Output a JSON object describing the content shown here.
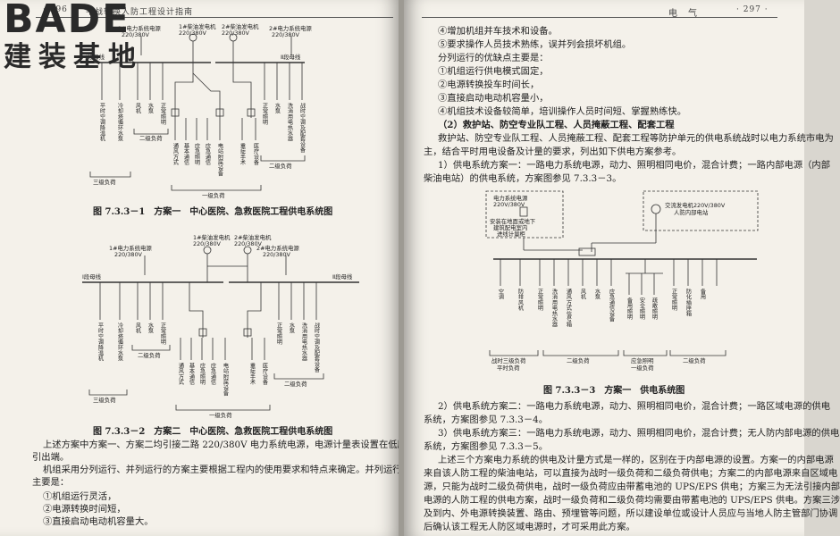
{
  "watermark": {
    "brand": "BADE",
    "subtitle": "建装基地"
  },
  "left_page": {
    "header": {
      "page_number": "· 296 ·",
      "title": "平战转换人防工程设计指南"
    },
    "figure1": {
      "caption": "图 7.3.3－1　方案一　中心医院、急救医院工程供电系统图",
      "labels": {
        "gen1": "1#柴油发电机",
        "gen1_v": "220/380V",
        "gen2": "2#柴油发电机",
        "gen2_v": "220/380V",
        "mains1": "1#电力系统电源",
        "mains1_v": "220/380V",
        "mains2": "2#电力系统电源",
        "mains2_v": "220/380V",
        "bus1": "Ⅰ段母线",
        "bus2": "Ⅱ段母线",
        "load_a": "平时空调降温机",
        "load_b": "冷却塔循环水泵",
        "load_c": "风机",
        "load_d": "水泵",
        "load_e": "正常照明",
        "load_f": "通风方式",
        "load_g": "基本通信",
        "load_h": "应急照明",
        "load_i": "应急通信",
        "load_j": "电站附属设备",
        "load_k": "重症手术",
        "load_l": "医疗设备",
        "load_m": "正常照明",
        "load_n": "水泵",
        "load_o": "洗消用电热水器",
        "load_p": "战时空调及配套设备",
        "group3": "三级负荷",
        "group2a": "二级负荷",
        "group2b": "二级负荷",
        "group1": "一级负荷"
      }
    },
    "figure2": {
      "caption": "图 7.3.3－2　方案二　中心医院、急救医院工程供电系统图",
      "labels": {
        "gen1": "1#柴油发电机",
        "gen1_v": "220/380V",
        "gen2": "2#柴油发电机",
        "gen2_v": "220/380V",
        "mains1": "1#电力系统电源",
        "mains1_v": "220/380V",
        "mains2": "2#电力系统电源",
        "mains2_v": "220/380V",
        "bus1": "Ⅰ段母线",
        "bus2": "Ⅱ段母线",
        "group3": "三级负荷",
        "group2a": "二级负荷",
        "group2b": "二级负荷",
        "group1": "一级负荷"
      }
    },
    "paragraphs": [
      "上述方案中方案一、方案二均引接二路 220/380V 电力系统电源，电源计量表设置在低压配电电源",
      "引出端。",
      "机组采用分列运行、并列运行的方案主要根据工程内的使用要求和特点来确定。并列运行的优缺点",
      "主要是：",
      "①机组运行灵活，",
      "②电源转换时间短，",
      "③直接启动电动机容量大。"
    ]
  },
  "right_page": {
    "header": {
      "section": "电　气",
      "page_number": "· 297 ·"
    },
    "lines_top": [
      "④增加机组并车技术和设备。",
      "⑤要求操作人员技术熟练，误并列会损坏机组。",
      "分列运行的优缺点主要是：",
      "①机组运行供电模式固定，",
      "②电源转换投车时间长，",
      "③直接启动电动机容量小，",
      "④机组技术设备较简单，培训操作人员时间短、掌握熟练快。",
      "（2）救护站、防空专业队工程、人员掩蔽工程、配套工程",
      "救护站、防空专业队工程、人员掩蔽工程、配套工程等防护单元的供电系统战时以电力系统市电为",
      "主，结合平时用电设备及计量的要求，列出如下供电方案参考。",
      "1）供电系统方案一：一路电力系统电源，动力、照明相同电价，混合计费；一路内部电源（内部",
      "柴油电站）的供电系统，方案图参见 7.3.3－3。"
    ],
    "figure3": {
      "caption": "图 7.3.3－3　方案一　供电系统图",
      "labels": {
        "mains": "电力系统电源",
        "mains_v": "220V/380V",
        "meter_note1": "安装在地面或地下",
        "meter_note2": "建筑配电室内",
        "meter_note3": "进线计量柜",
        "gen": "交流发电机220V/380V",
        "gen_note": "人防内部电站",
        "l1": "空调",
        "l2": "防排风机",
        "l3": "正常照明",
        "l4": "洗消用电热水器",
        "l5": "通风方式信号箱",
        "l6": "风机",
        "l7": "水泵",
        "l8": "应急通信设备",
        "l9": "备用照明",
        "l10": "安全照明",
        "l11": "疏散照明",
        "l12": "正常照明",
        "l13": "防化插座箱",
        "l14": "备用",
        "g1": "战时三级负荷",
        "g1b": "平时负荷",
        "g2": "二级负荷",
        "g3": "应急照明",
        "g3b": "一级负荷",
        "g4": "二级负荷"
      }
    },
    "lines_bottom": [
      "2）供电系统方案二：一路电力系统电源，动力、照明相同电价，混合计费；一路区域电源的供电",
      "系统，方案图参见 7.3.3－4。",
      "3）供电系统方案三：一路电力系统电源，动力、照明相同电价，混合计费；无人防内部电源的供电",
      "系统，方案图参见 7.3.3－5。",
      "上述三个方案电力系统的供电及计量方式是一样的，区别在于内部电源的设置。方案一的内部电源",
      "来自该人防工程的柴油电站，可以直接为战时一级负荷和二级负荷供电；方案二的内部电源来自区域电",
      "源，只能为战时二级负荷供电，战时一级负荷应由带蓄电池的 UPS/EPS 供电；方案三为无法引接内部",
      "电源的人防工程的供电方案，战时一级负荷和二级负荷均需要由带蓄电池的 UPS/EPS 供电。方案三涉",
      "及到内、外电源转换装置、路由、预埋管等问题，所以建设单位或设计人员应与当地人防主管部门协调",
      "后确认该工程无人防区域电源时，才可采用此方案。"
    ]
  }
}
